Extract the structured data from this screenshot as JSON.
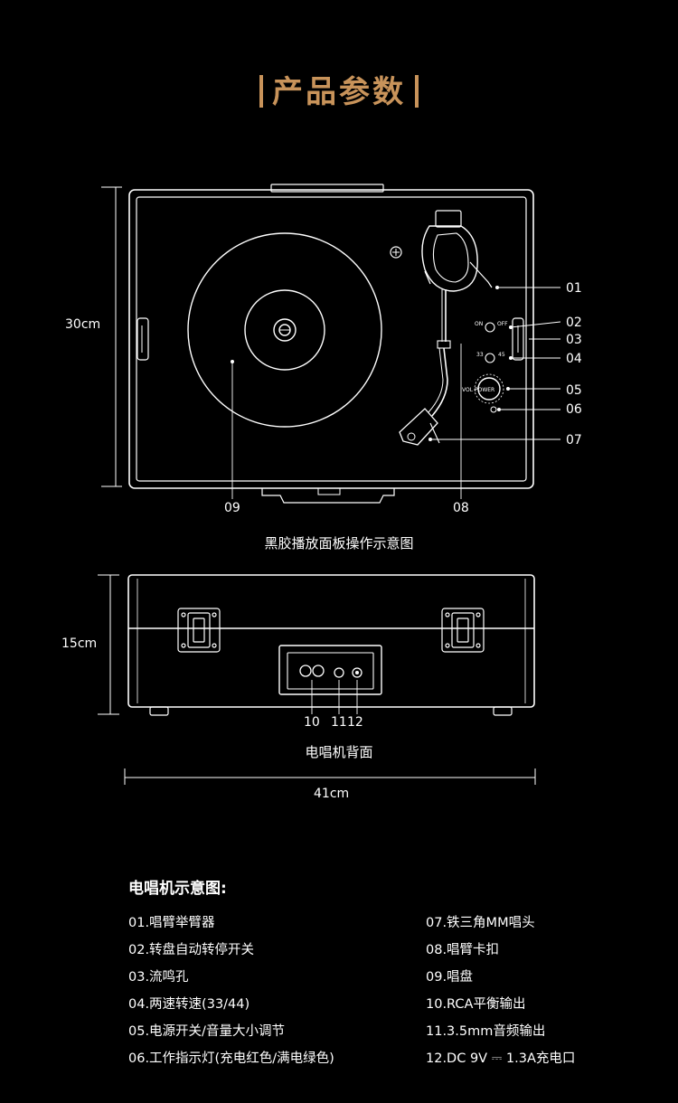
{
  "title": "产品参数",
  "front_view": {
    "caption": "黑胶播放面板操作示意图",
    "height_label": "30cm",
    "labels": [
      "01",
      "02",
      "03",
      "04",
      "05",
      "06",
      "07",
      "08",
      "09"
    ],
    "panel_text": {
      "on": "ON",
      "off": "OFF",
      "speed_33": "33",
      "speed_45": "45",
      "vol_power": "VOL POWER"
    }
  },
  "back_view": {
    "caption": "电唱机背面",
    "height_label": "15cm",
    "width_label": "41cm",
    "labels": [
      "10",
      "11",
      "12"
    ]
  },
  "legend": {
    "title": "电唱机示意图:",
    "left": [
      "01.唱臂举臂器",
      "02.转盘自动转停开关",
      "03.流鸣孔",
      "04.两速转速(33/44)",
      "05.电源开关/音量大小调节",
      "06.工作指示灯(充电红色/满电绿色)"
    ],
    "right": [
      "07.铁三角MM唱头",
      "08.唱臂卡扣",
      "09.唱盘",
      "10.RCA平衡输出",
      "11.3.5mm音频输出",
      "12.DC 9V ⎓ 1.3A充电口"
    ]
  }
}
